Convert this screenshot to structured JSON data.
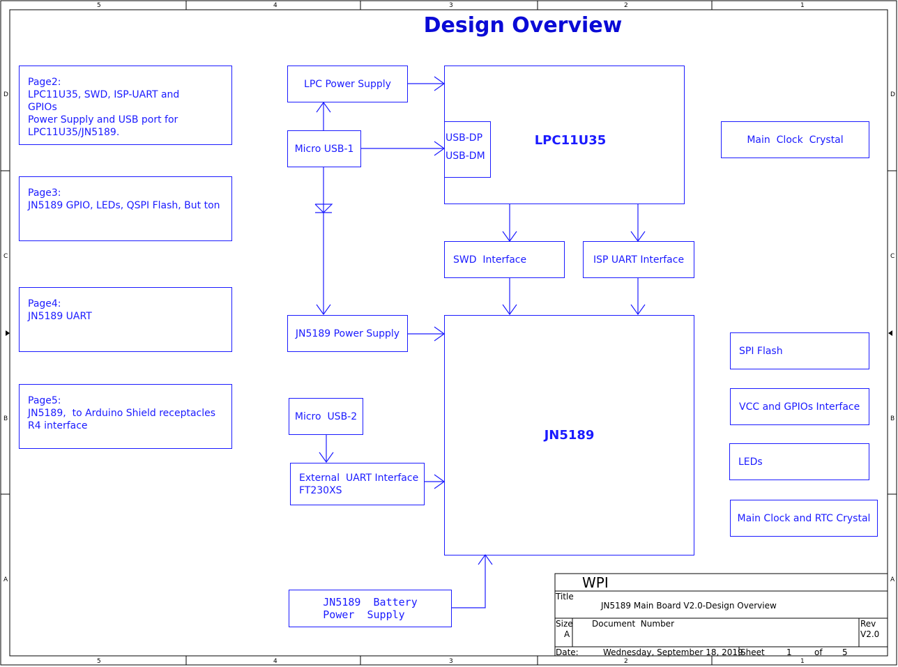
{
  "title": "Design Overview",
  "border": {
    "col_labels_top": [
      "5",
      "4",
      "3",
      "2",
      "1"
    ],
    "row_labels": [
      "D",
      "C",
      "B",
      "A"
    ]
  },
  "notes": [
    "Page2:\nLPC11U35, SWD, ISP-UART and\nGPIOs\nPower Supply and USB port for\nLPC11U35/JN5189.",
    "Page3:\nJN5189 GPIO, LEDs, QSPI Flash, But ton",
    "Page4:\nJN5189 UART",
    "Page5:\nJN5189,  to Arduino Shield receptacles\nR4 interface"
  ],
  "blocks": {
    "lpc_power": "LPC Power Supply",
    "micro_usb_1": "Micro USB-1",
    "lpc11u35": "LPC11U35",
    "usb_dp": "USB-DP",
    "usb_dm": "USB-DM",
    "main_clock": "Main  Clock  Crystal",
    "swd": "SWD  Interface",
    "isp_uart": "ISP UART Interface",
    "jn_power": "JN5189 Power Supply",
    "jn5189": "JN5189",
    "micro_usb_2": "Micro  USB-2",
    "ext_uart": "External  UART Interface\nFT230XS",
    "battery": "JN5189  Battery\nPower  Supply",
    "spi_flash": "SPI Flash",
    "vcc_gpio": "VCC and GPIOs Interface",
    "leds": "LEDs",
    "rtc_crystal": "Main Clock and RTC Crystal"
  },
  "title_block": {
    "company": "WPI",
    "title_label": "Title",
    "title_value": "JN5189 Main Board V2.0-Design Overview",
    "size_label": "Size",
    "size_value": "A",
    "doc_label": "Document  Number",
    "rev_label": "Rev",
    "rev_value": "V2.0",
    "date_label": "Date:",
    "date_value": "Wednesday, September 18, 2019",
    "sheet_label": "Sheet",
    "sheet_value": "1",
    "of_label": "of",
    "of_value": "5"
  }
}
